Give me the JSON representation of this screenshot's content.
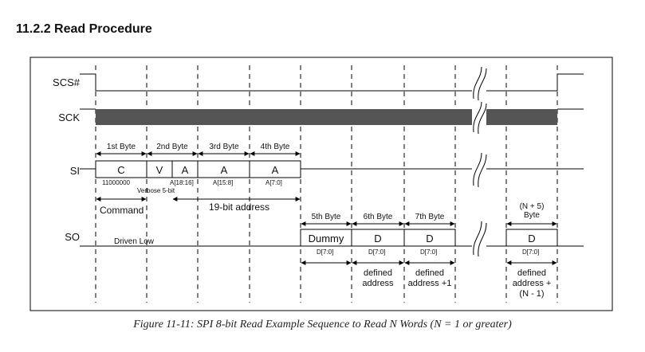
{
  "section_title": "11.2.2  Read Procedure",
  "caption": "Figure 11-11: SPI 8-bit Read Example Sequence to Read N Words (N = 1 or greater)",
  "signals": {
    "scs": "SCS#",
    "sck": "SCK",
    "si": "SI",
    "so": "SO"
  },
  "byte_labels": {
    "b1": "1st Byte",
    "b2": "2nd Byte",
    "b3": "3rd Byte",
    "b4": "4th Byte",
    "b5": "5th Byte",
    "b6": "6th Byte",
    "b7": "7th Byte",
    "bn_line1": "(N + 5)",
    "bn_line2": "Byte"
  },
  "si_fields": {
    "c": "C",
    "v": "V",
    "a1": "A",
    "a2": "A",
    "a3": "A"
  },
  "si_sub": {
    "c": "11000000",
    "v": "Verbose 5-bit",
    "a1": "A[18:16]",
    "a2": "A[15:8]",
    "a3": "A[7:0]"
  },
  "command_label": "Command",
  "address_label": "19-bit address",
  "so_fields": {
    "dummy": "Dummy",
    "d1": "D",
    "d2": "D",
    "dn": "D"
  },
  "so_sub": {
    "dummy": "D[7:0]",
    "d1": "D[7:0]",
    "d2": "D[7:0]",
    "dn": "D[7:0]"
  },
  "driven_low": "Driven Low",
  "defined_1": {
    "l1": "defined",
    "l2": "address"
  },
  "defined_2": {
    "l1": "defined",
    "l2": "address +1"
  },
  "defined_n": {
    "l1": "defined",
    "l2": "address +",
    "l3": "(N - 1)"
  }
}
